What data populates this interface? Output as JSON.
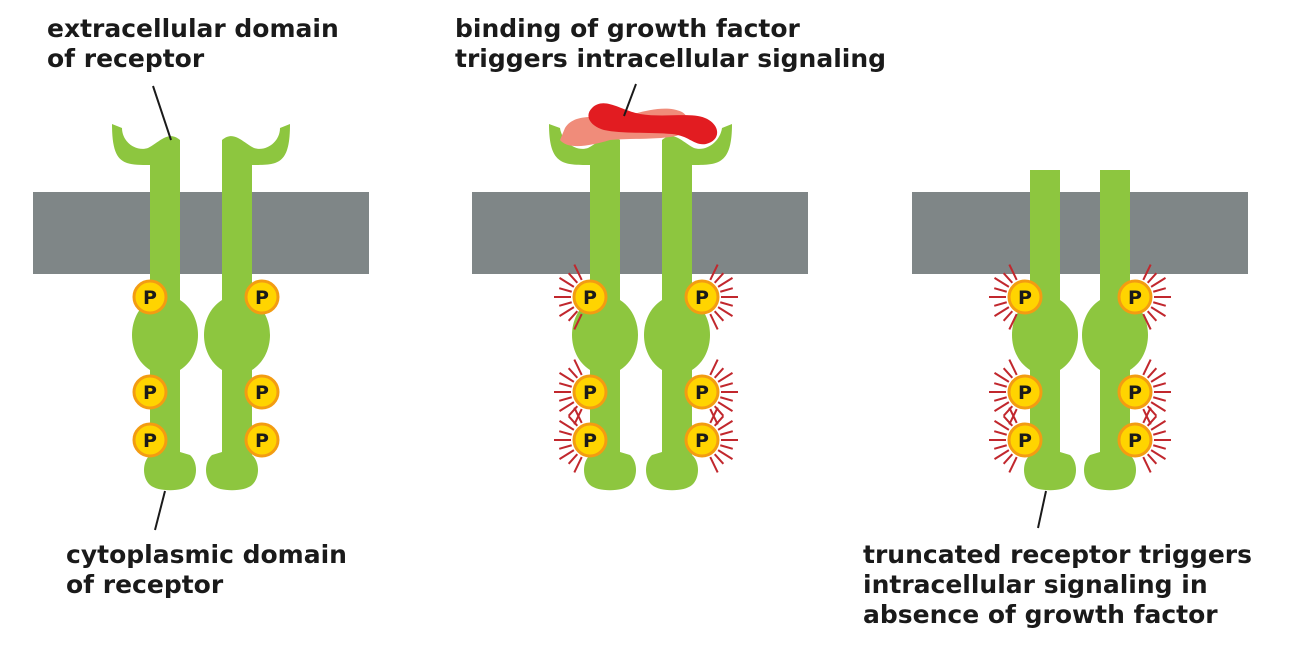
{
  "labels": {
    "extracellular": [
      "extracellular domain",
      "of receptor"
    ],
    "binding": [
      "binding of growth factor",
      "triggers intracellular signaling"
    ],
    "cytoplasmic": [
      "cytoplasmic domain",
      "of receptor"
    ],
    "truncated": [
      "truncated receptor triggers",
      "intracellular signaling in",
      "absence of growth factor"
    ]
  },
  "phosphate_symbol": "P",
  "panels": [
    {
      "id": "normal-receptor",
      "extracellular_domain": true,
      "ligand_bound": false,
      "signaling_active": false
    },
    {
      "id": "ligand-bound-receptor",
      "extracellular_domain": true,
      "ligand_bound": true,
      "signaling_active": true
    },
    {
      "id": "truncated-receptor",
      "extracellular_domain": false,
      "ligand_bound": false,
      "signaling_active": true
    }
  ],
  "colors": {
    "receptor": "#8dc63f",
    "membrane": "#7f8687",
    "phosphate_fill": "#ffd400",
    "phosphate_ring": "#f39c12",
    "activation_rays": "#c1272d",
    "growth_factor_dark": "#e21c21",
    "growth_factor_light": "#f08c7a",
    "leader_line": "#1a1a1a"
  }
}
